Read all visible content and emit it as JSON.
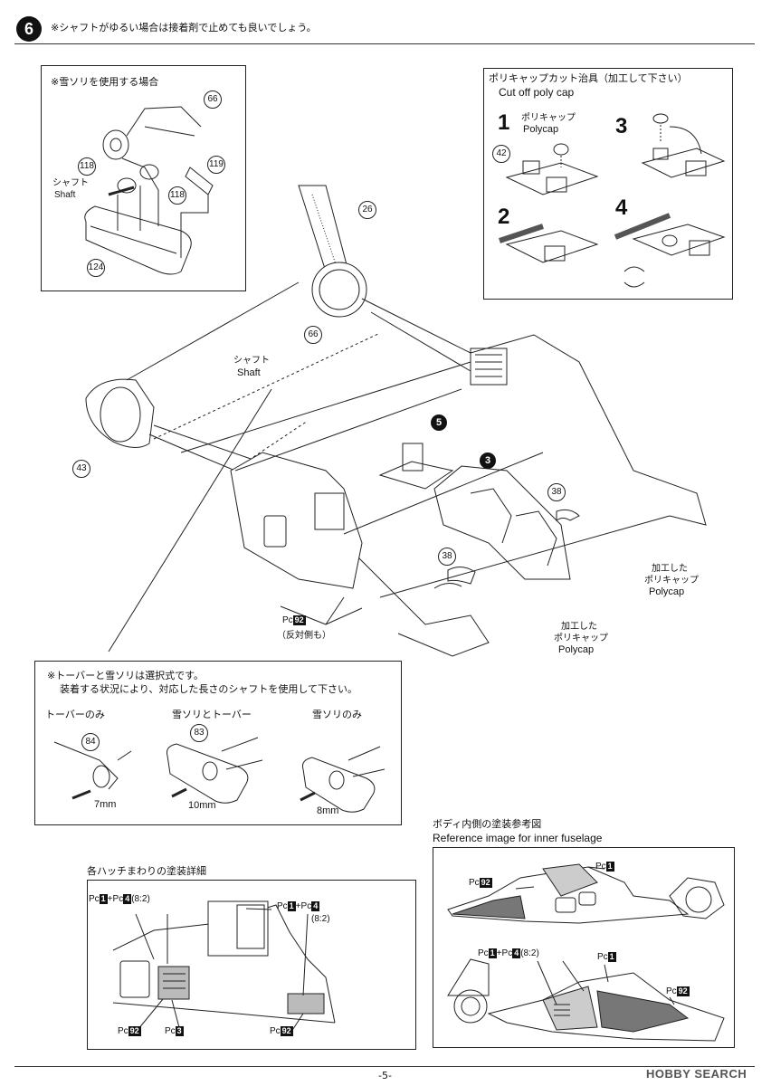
{
  "step": {
    "number": "6",
    "note": "※シャフトがゆるい場合は接着剤で止めても良いでしょう。"
  },
  "skid_box": {
    "title": "※雪ソリを使用する場合",
    "parts": [
      "66",
      "118",
      "119",
      "118",
      "124"
    ],
    "shaft_jp": "シャフト",
    "shaft_en": "Shaft"
  },
  "polycap_box": {
    "title_jp": "ポリキャップカット治具（加工して下さい）",
    "title_en": "Cut off poly cap",
    "steps": [
      "1",
      "2",
      "3",
      "4"
    ],
    "polycap_jp": "ポリキャップ",
    "polycap_en": "Polycap",
    "part": "42"
  },
  "main": {
    "parts": [
      "26",
      "66",
      "43",
      "38",
      "38"
    ],
    "subassemblies": [
      "5",
      "3"
    ],
    "shaft_jp": "シャフト",
    "shaft_en": "Shaft",
    "polycap_jp1": "加工した",
    "polycap_jp2": "ポリキャップ",
    "polycap_en": "Polycap",
    "pc_label": "Pc",
    "pc_num": "92",
    "pc_note": "（反対側も）"
  },
  "shaft_box": {
    "line1": "※トーバーと雪ソリは選択式です。",
    "line2": "装着する状況により、対応した長さのシャフトを使用して下さい。",
    "options": [
      {
        "title": "トーバーのみ",
        "part": "84",
        "length": "7mm"
      },
      {
        "title": "雪ソリとトーバー",
        "part": "83",
        "length": "10mm"
      },
      {
        "title": "雪ソリのみ",
        "part": "",
        "length": "8mm"
      }
    ]
  },
  "hatch": {
    "title": "各ハッチまわりの塗装詳細",
    "pc": "Pc",
    "mix_a": "1",
    "mix_b": "4",
    "ratio": "(8:2)",
    "plus": "+",
    "c92": "92",
    "c3": "3"
  },
  "inner": {
    "title_jp": "ボディ内側の塗装参考図",
    "title_en": "Reference image for inner fuselage",
    "pc": "Pc",
    "c1": "1",
    "c4": "4",
    "c92": "92",
    "ratio": "(8:2)",
    "plus": "+"
  },
  "footer": {
    "page": "-5-",
    "watermark": "HOBBY SEARCH"
  }
}
